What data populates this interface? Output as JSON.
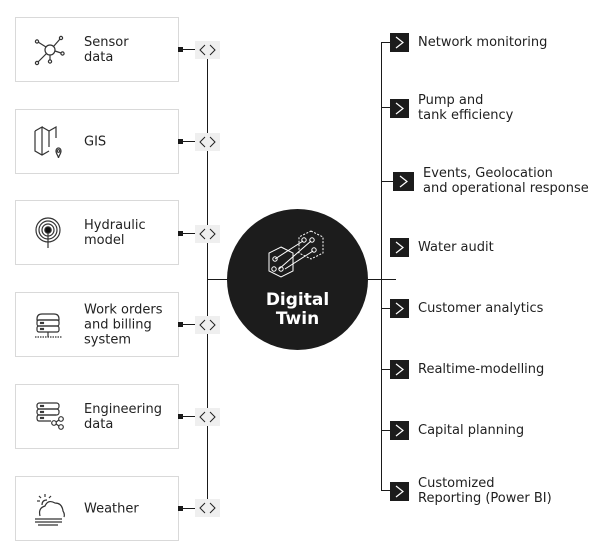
{
  "hub": {
    "title": "Digital\nTwin",
    "icon": "circuit-hexagon-icon"
  },
  "sources": [
    {
      "label": "Sensor\ndata",
      "icon": "sensor-network-icon"
    },
    {
      "label": "GIS",
      "icon": "map-pin-icon"
    },
    {
      "label": "Hydraulic\nmodel",
      "icon": "broadcast-icon"
    },
    {
      "label": "Work orders\nand billing\nsystem",
      "icon": "server-icon"
    },
    {
      "label": "Engineering\ndata",
      "icon": "database-share-icon"
    },
    {
      "label": "Weather",
      "icon": "weather-cloud-sun-icon"
    }
  ],
  "connector_icon": "code-diamond-icon",
  "outputs": [
    {
      "label": "Network monitoring",
      "icon": "chevron-right-icon"
    },
    {
      "label": "Pump and\ntank efficiency",
      "icon": "chevron-right-icon"
    },
    {
      "label": "Events, Geolocation\nand operational response",
      "icon": "chevron-right-icon"
    },
    {
      "label": "Water audit",
      "icon": "chevron-right-icon"
    },
    {
      "label": "Customer analytics",
      "icon": "chevron-right-icon"
    },
    {
      "label": "Realtime-modelling",
      "icon": "chevron-right-icon"
    },
    {
      "label": "Capital planning",
      "icon": "chevron-right-icon"
    },
    {
      "label": "Customized\nReporting (Power BI)",
      "icon": "chevron-right-icon"
    }
  ],
  "colors": {
    "hub": "#1c1c1c",
    "line": "#1a1a1a",
    "box_border": "#d9d9d9",
    "connector_bg": "#efefef"
  }
}
